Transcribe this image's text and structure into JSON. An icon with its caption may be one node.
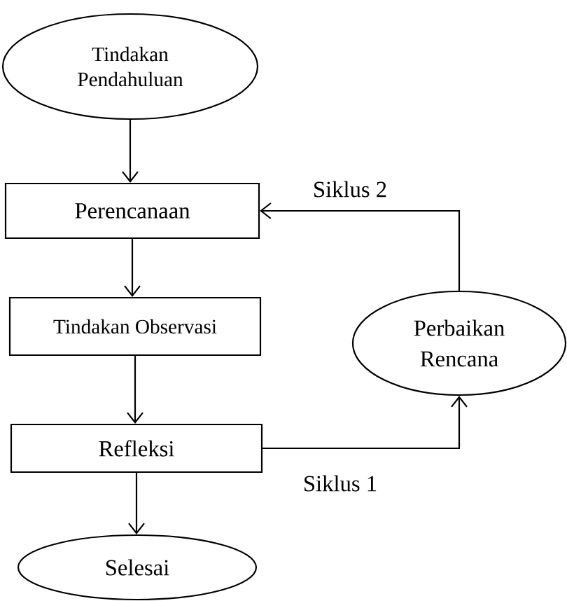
{
  "diagram": {
    "nodes": [
      {
        "text": [
          "Tindakan Pendahuluan"
        ]
      },
      {
        "text": [
          "Perencanaan"
        ]
      },
      {
        "text": [
          "Tindakan Observasi"
        ]
      },
      {
        "text": [
          "Refleksi"
        ]
      },
      {
        "text": [
          "Selesai"
        ]
      },
      {
        "text": [
          "Perbaikan Rencana"
        ]
      }
    ],
    "edges": [
      {
        "from": 0,
        "to": 1,
        "arrow": "to"
      },
      {
        "from": 1,
        "to": 2,
        "arrow": "to"
      },
      {
        "from": 2,
        "to": 3,
        "arrow": "to"
      },
      {
        "from": 3,
        "to": 5,
        "arrow": "to",
        "label": "Siklus 1"
      },
      {
        "from": 5,
        "to": 1,
        "arrow": "to",
        "label": "Siklus 2"
      },
      {
        "from": 3,
        "to": 4,
        "arrow": "to"
      }
    ]
  }
}
